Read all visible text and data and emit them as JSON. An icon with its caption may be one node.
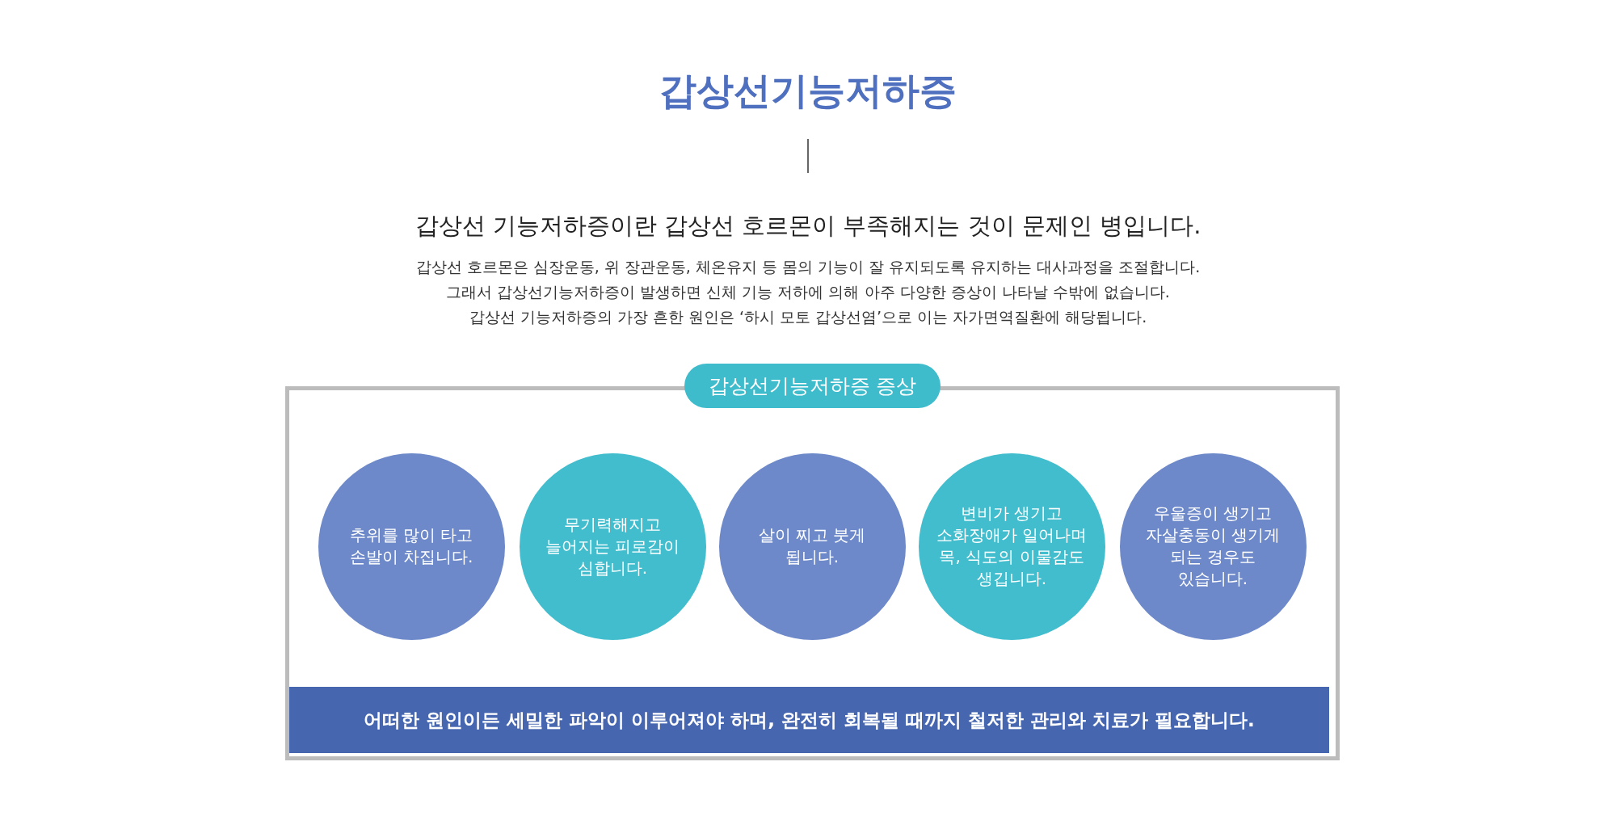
{
  "diagram": {
    "title": "갑상선기능저하증",
    "nodes": [
      {
        "text": [
          "갑상선기능저하증 증상"
        ]
      },
      {
        "text": [
          "추위를 많이 타고 손발이 차집니다."
        ],
        "in": 0
      },
      {
        "text": [
          "무기력해지고 늘어지는 피로감이 심합니다."
        ],
        "in": 0
      },
      {
        "text": [
          "살이 찌고 붓게 됩니다."
        ],
        "in": 0
      },
      {
        "text": [
          "변비가 생기고 소화장애가 일어나며 목, 식도의 이물감도 생깁니다."
        ],
        "in": 0
      },
      {
        "text": [
          "우울증이 생기고 자살충동이 생기게 되는 경우도 있습니다."
        ],
        "in": 0
      },
      {
        "text": [
          "어떠한 원인이든 세밀한 파악이 이루어져야 하며, 완전히 회복될 때까지 철저한 관리와 치료가 필요합니다."
        ],
        "in": 0
      }
    ],
    "edges": [],
    "labels": [
      "갑상선 기능저하증이란 갑상선 호르몬이 부족해지는 것이 문제인 병입니다.",
      "갑상선 호르몬은 심장운동, 위 장관운동, 체온유지 등 몸의 기능이 잘 유지되도록 유지하는 대사과정을 조절합니다.",
      "그래서 갑상선기능저하증이 발생하면 신체 기능 저하에 의해 아주 다양한 증상이 나타날 수밖에 없습니다.",
      "갑상선 기능저하증의 가장 흔한 원인은 ‘하시 모토 갑상선염’으로 이는 자가면역질환에 해당됩니다."
    ]
  }
}
